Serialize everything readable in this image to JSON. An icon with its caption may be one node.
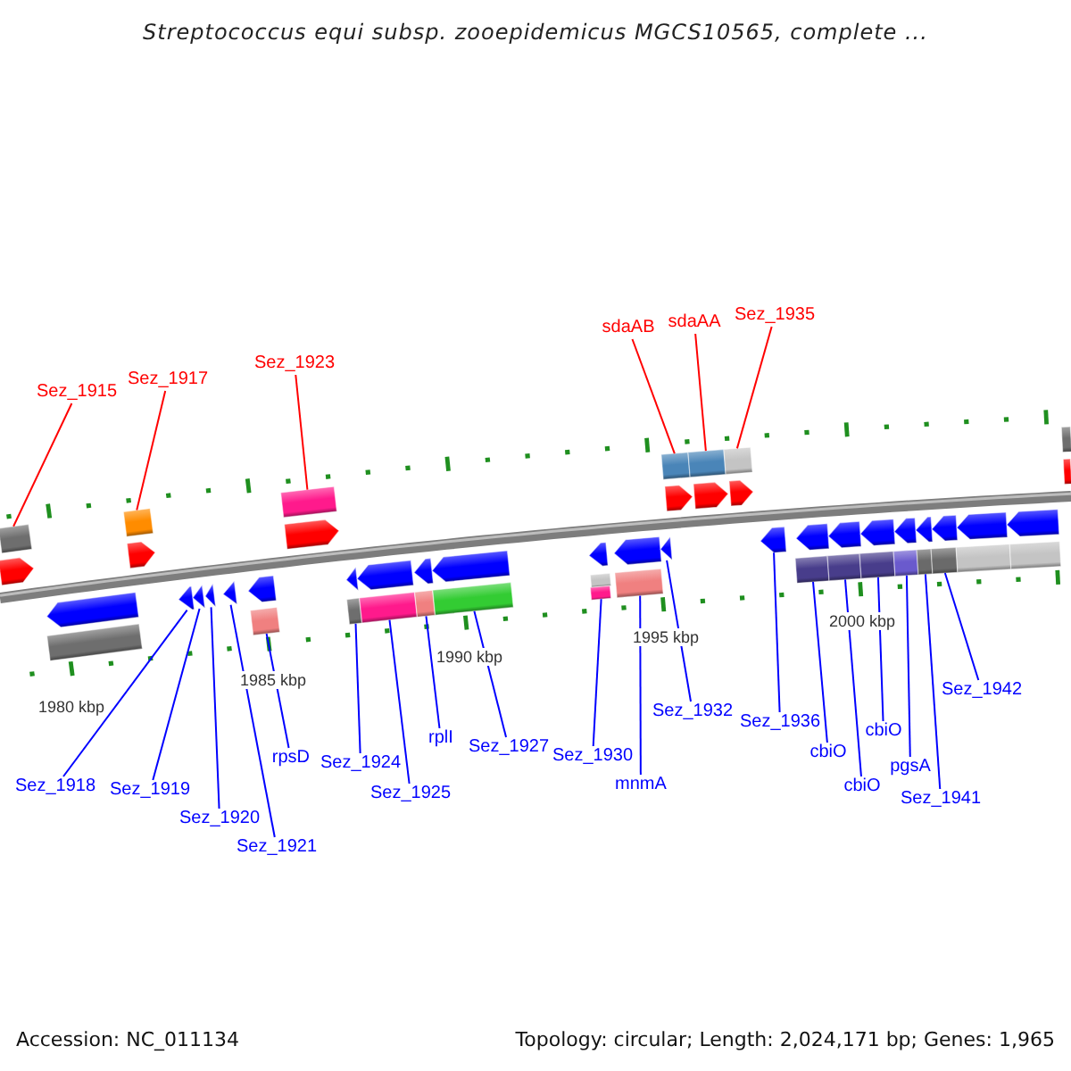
{
  "diagram": {
    "title": "Streptococcus equi subsp. zooepidemicus MGCS10565, complete ...",
    "nodes": [
      {
        "text": [
          "Sez_1915"
        ]
      },
      {
        "text": [
          "Sez_1917"
        ]
      },
      {
        "text": [
          "Sez_1923"
        ]
      },
      {
        "text": [
          "sdaAB"
        ]
      },
      {
        "text": [
          "sdaAA"
        ]
      },
      {
        "text": [
          "Sez_1935"
        ]
      },
      {
        "text": [
          "Sez_1918"
        ]
      },
      {
        "text": [
          "Sez_1919"
        ]
      },
      {
        "text": [
          "Sez_1920"
        ]
      },
      {
        "text": [
          "Sez_1921"
        ]
      },
      {
        "text": [
          "rpsD"
        ]
      },
      {
        "text": [
          "Sez_1924"
        ]
      },
      {
        "text": [
          "Sez_1925"
        ]
      },
      {
        "text": [
          "rplI"
        ]
      },
      {
        "text": [
          "Sez_1927"
        ]
      },
      {
        "text": [
          "Sez_1930"
        ]
      },
      {
        "text": [
          "mnmA"
        ]
      },
      {
        "text": [
          "Sez_1932"
        ]
      },
      {
        "text": [
          "Sez_1936"
        ]
      },
      {
        "text": [
          "cbiO"
        ]
      },
      {
        "text": [
          "cbiO"
        ]
      },
      {
        "text": [
          "cbiO"
        ]
      },
      {
        "text": [
          "pgsA"
        ]
      },
      {
        "text": [
          "Sez_1941"
        ]
      },
      {
        "text": [
          "Sez_1942"
        ]
      },
      {
        "text": [],
        "shape": "bar"
      },
      {
        "text": [],
        "shape": "bar"
      },
      {
        "text": [],
        "shape": "bar"
      },
      {
        "text": [],
        "shape": "bar"
      },
      {
        "text": [],
        "shape": "bar"
      },
      {
        "text": [],
        "shape": "bar"
      },
      {
        "text": [],
        "shape": "bar"
      },
      {
        "text": [],
        "shape": "pentagon"
      },
      {
        "text": [],
        "shape": "pentagon"
      },
      {
        "text": [],
        "shape": "pentagon"
      },
      {
        "text": [],
        "shape": "pentagon"
      },
      {
        "text": [],
        "shape": "pentagon"
      },
      {
        "text": [],
        "shape": "pentagon"
      },
      {
        "text": [],
        "shape": "bar"
      },
      {
        "text": [],
        "shape": "pentagon"
      },
      {
        "text": [],
        "shape": "pentagon"
      },
      {
        "text": [],
        "shape": "pentagon"
      },
      {
        "text": [],
        "shape": "pentagon"
      },
      {
        "text": [],
        "shape": "pentagon"
      },
      {
        "text": [],
        "shape": "pentagon"
      },
      {
        "text": [],
        "shape": "pentagon"
      },
      {
        "text": [],
        "shape": "pentagon"
      },
      {
        "text": [],
        "shape": "pentagon"
      },
      {
        "text": [],
        "shape": "pentagon"
      },
      {
        "text": [],
        "shape": "pentagon"
      },
      {
        "text": [],
        "shape": "pentagon"
      },
      {
        "text": [],
        "shape": "pentagon"
      },
      {
        "text": [],
        "shape": "pentagon"
      },
      {
        "text": [],
        "shape": "pentagon"
      },
      {
        "text": [],
        "shape": "pentagon"
      },
      {
        "text": [],
        "shape": "pentagon"
      },
      {
        "text": [],
        "shape": "pentagon"
      },
      {
        "text": [],
        "shape": "pentagon"
      },
      {
        "text": [],
        "shape": "pentagon"
      },
      {
        "text": [],
        "shape": "pentagon"
      },
      {
        "text": [],
        "shape": "pentagon"
      },
      {
        "text": [],
        "shape": "bar"
      },
      {
        "text": [],
        "shape": "bar"
      },
      {
        "text": [],
        "shape": "bar"
      },
      {
        "text": [],
        "shape": "bar"
      },
      {
        "text": [],
        "shape": "bar"
      },
      {
        "text": [],
        "shape": "bar"
      },
      {
        "text": [],
        "shape": "bar"
      },
      {
        "text": [],
        "shape": "bar"
      },
      {
        "text": [],
        "shape": "bar"
      },
      {
        "text": [],
        "shape": "bar"
      },
      {
        "text": [],
        "shape": "bar"
      },
      {
        "text": [],
        "shape": "bar"
      },
      {
        "text": [],
        "shape": "bar"
      },
      {
        "text": [],
        "shape": "bar"
      },
      {
        "text": [],
        "shape": "bar"
      },
      {
        "text": [],
        "shape": "bar"
      },
      {
        "text": [],
        "shape": "bar"
      }
    ],
    "edges": [
      {
        "from": 0,
        "to": 25,
        "arrow": "none",
        "color": "#ff0000"
      },
      {
        "from": 1,
        "to": 26,
        "arrow": "none",
        "color": "#ff0000"
      },
      {
        "from": 2,
        "to": 27,
        "arrow": "none",
        "color": "#ff0000"
      },
      {
        "from": 3,
        "to": 28,
        "arrow": "none",
        "color": "#ff0000"
      },
      {
        "from": 4,
        "to": 29,
        "arrow": "none",
        "color": "#ff0000"
      },
      {
        "from": 5,
        "to": 30,
        "arrow": "none",
        "color": "#ff0000"
      },
      {
        "from": 6,
        "to": 40,
        "arrow": "none"
      },
      {
        "from": 7,
        "to": 41,
        "arrow": "none"
      },
      {
        "from": 8,
        "to": 42,
        "arrow": "none"
      },
      {
        "from": 9,
        "to": 43,
        "arrow": "none"
      },
      {
        "from": 10,
        "to": 62,
        "arrow": "none"
      },
      {
        "from": 11,
        "to": 63,
        "arrow": "none"
      },
      {
        "from": 12,
        "to": 64,
        "arrow": "none"
      },
      {
        "from": 13,
        "to": 65,
        "arrow": "none"
      },
      {
        "from": 14,
        "to": 66,
        "arrow": "none"
      },
      {
        "from": 15,
        "to": 68,
        "arrow": "none"
      },
      {
        "from": 16,
        "to": 69,
        "arrow": "none"
      },
      {
        "from": 17,
        "to": 51,
        "arrow": "none"
      },
      {
        "from": 18,
        "to": 52,
        "arrow": "none"
      },
      {
        "from": 19,
        "to": 70,
        "arrow": "none"
      },
      {
        "from": 20,
        "to": 71,
        "arrow": "none"
      },
      {
        "from": 21,
        "to": 72,
        "arrow": "none"
      },
      {
        "from": 22,
        "to": 73,
        "arrow": "none"
      },
      {
        "from": 23,
        "to": 74,
        "arrow": "none"
      },
      {
        "from": 24,
        "to": 75,
        "arrow": "none"
      }
    ],
    "labels": [
      "1980 kbp",
      "1985 kbp",
      "1990 kbp",
      "1995 kbp",
      "2000 kbp",
      "Accession: NC_011134",
      "Topology: circular; Length: 2,024,171 bp; Genes: 1,965"
    ]
  }
}
